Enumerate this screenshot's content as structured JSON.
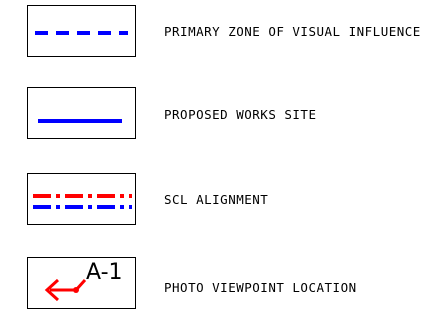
{
  "legend": {
    "items": [
      {
        "label": "PRIMARY ZONE OF VISUAL INFLUENCE",
        "symbol": "blue-dashed-line",
        "color": "#0000ff"
      },
      {
        "label": "PROPOSED WORKS SITE",
        "symbol": "blue-solid-line",
        "color": "#0000ff"
      },
      {
        "label": "SCL ALIGNMENT",
        "symbol": "red-blue-dash-dot-double-line",
        "colors": [
          "#ff0000",
          "#0000ff"
        ]
      },
      {
        "label": "PHOTO VIEWPOINT LOCATION",
        "symbol": "red-arrow-viewpoint",
        "color": "#ff0000",
        "viewpoint_tag": "A-1"
      }
    ]
  }
}
